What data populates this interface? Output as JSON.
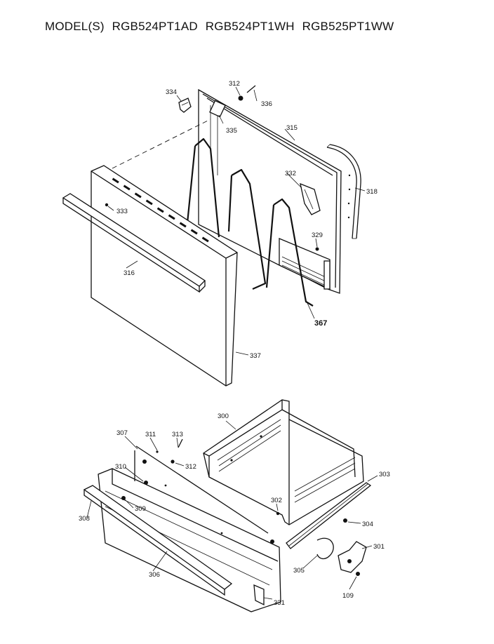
{
  "header": {
    "prefix": "MODEL(S)",
    "models": [
      "RGB524PT1AD",
      "RGB524PT1WH",
      "RGB525PT1WW"
    ]
  },
  "callouts": {
    "p334": "334",
    "p312a": "312",
    "p336": "336",
    "p335": "335",
    "p315": "315",
    "p332": "332",
    "p318": "318",
    "p333": "333",
    "p329": "329",
    "p316": "316",
    "p367": "367",
    "p337": "337",
    "p300": "300",
    "p307": "307",
    "p311": "311",
    "p313": "313",
    "p312b": "312",
    "p310": "310",
    "p303": "303",
    "p309": "309",
    "p308": "308",
    "p302": "302",
    "p304": "304",
    "p301": "301",
    "p305": "305",
    "p306": "306",
    "p109": "109",
    "p331": "331"
  }
}
